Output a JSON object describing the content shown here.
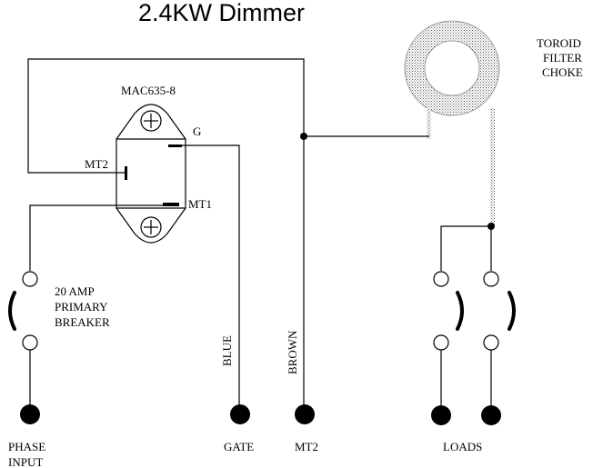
{
  "title": "2.4KW Dimmer",
  "triac": {
    "part": "MAC635-8",
    "pin_g": "G",
    "pin_mt2": "MT2",
    "pin_mt1": "MT1"
  },
  "choke": {
    "line1": "TOROID",
    "line2": "FILTER",
    "line3": "CHOKE"
  },
  "breaker": {
    "line1": "20 AMP",
    "line2": "PRIMARY",
    "line3": "BREAKER"
  },
  "wires": {
    "blue": "BLUE",
    "brown": "BROWN"
  },
  "terminals": {
    "phase_line1": "PHASE",
    "phase_line2": "INPUT",
    "gate": "GATE",
    "mt2": "MT2",
    "loads": "LOADS"
  },
  "colors": {
    "ink": "#000000",
    "choke_stipple": "#9a9a9a"
  }
}
